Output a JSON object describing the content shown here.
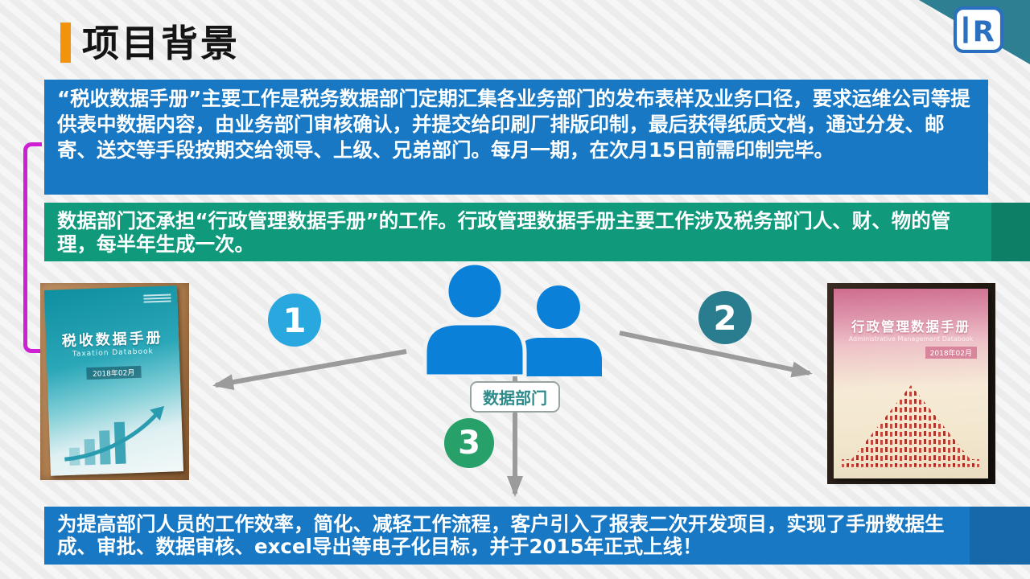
{
  "title": "项目背景",
  "logo": {
    "letter": "R"
  },
  "paragraphs": {
    "tax_handbook": "“税收数据手册”主要工作是税务数据部门定期汇集各业务部门的发布表样及业务口径，要求运维公司等提供表中数据内容，由业务部门审核确认，并提交给印刷厂排版印制，最后获得纸质文档，通过分发、邮寄、送交等手段按期交给领导、上级、兄弟部门。每月一期，在次月15日前需印制完毕。",
    "admin_handbook": "数据部门还承担“行政管理数据手册”的工作。行政管理数据手册主要工作涉及税务部门人、财、物的管理，每半年生成一次。",
    "project": "为提高部门人员的工作效率，简化、减轻工作流程，客户引入了报表二次开发项目，实现了手册数据生成、审批、数据审核、excel导出等电子化目标，并于2015年正式上线！"
  },
  "diagram": {
    "center_label": "数据部门",
    "steps": [
      "1",
      "2",
      "3"
    ],
    "left_book": {
      "title": "税收数据手册",
      "subtitle": "Taxation Databook",
      "date": "2018年02月"
    },
    "right_book": {
      "title": "行政管理数据手册",
      "subtitle": "Administrative Management Databook",
      "date": "2018年02月"
    }
  },
  "colors": {
    "box_blue": "#1878c4",
    "box_green": "#109a7b",
    "accent_orange": "#f2930c",
    "bracket_purple": "#cf1fd4",
    "circle1": "#29a8e0",
    "circle2": "#2a7d8e",
    "circle3": "#27a06a",
    "person_blue": "#0a80d8",
    "corner_teal": "#2f7f93"
  }
}
